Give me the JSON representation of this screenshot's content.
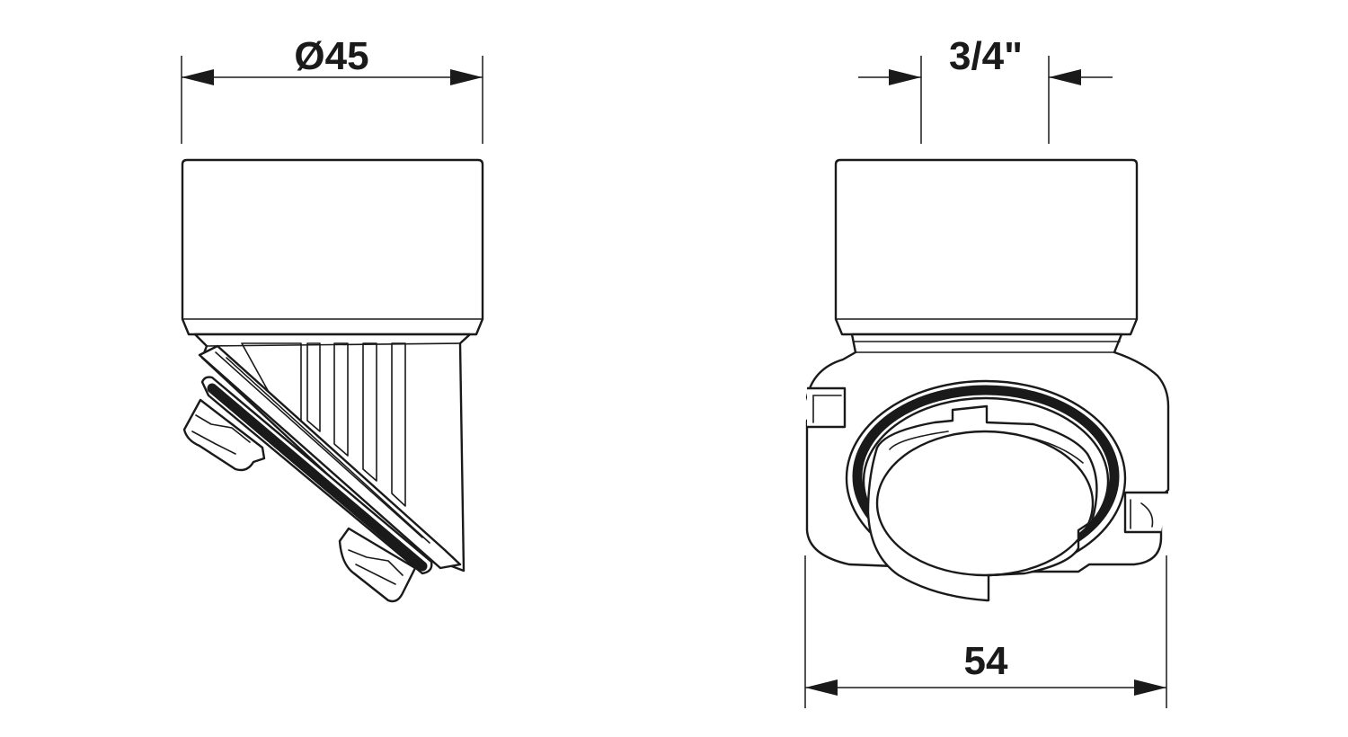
{
  "dimensions": {
    "diameter": "Ø45",
    "thread": "3/4\"",
    "width": "54"
  },
  "colors": {
    "ink": "#1a1a1a",
    "background": "#ffffff"
  }
}
